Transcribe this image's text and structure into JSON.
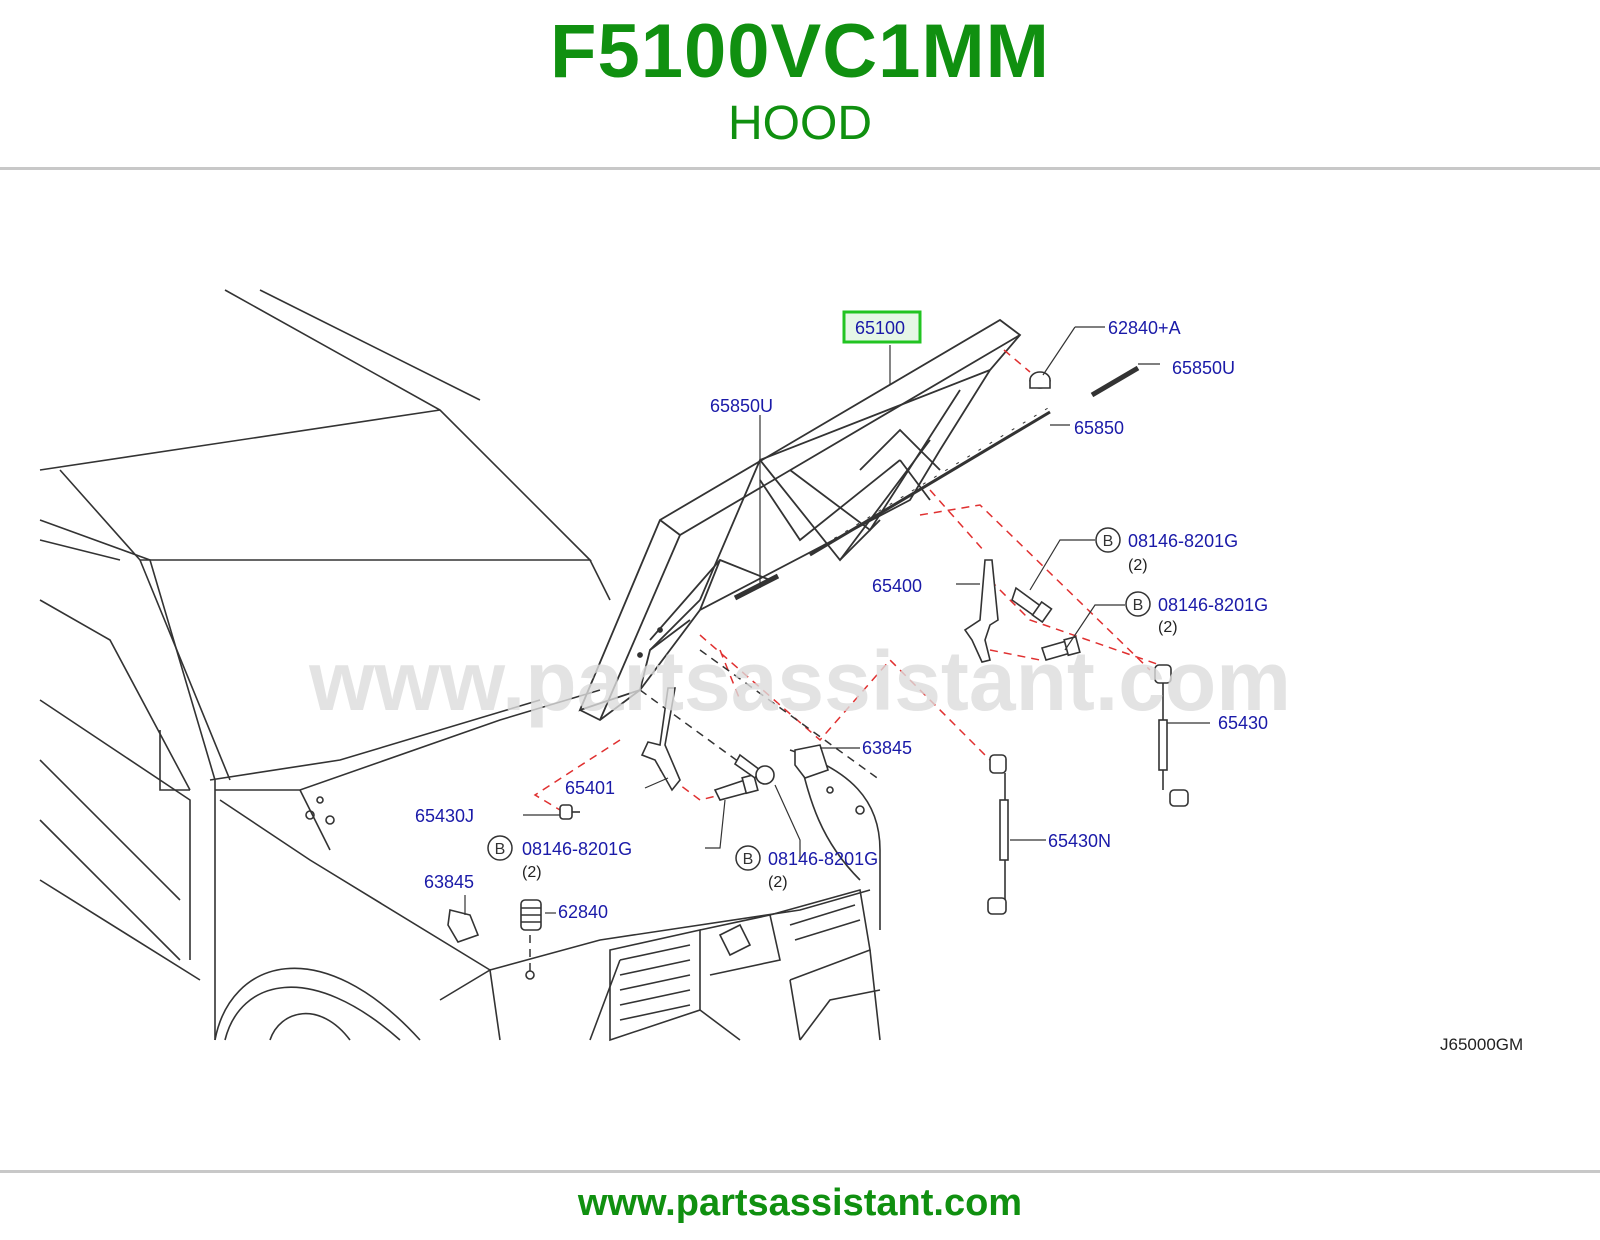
{
  "header": {
    "part_number": "F5100VC1MM",
    "part_name": "HOOD"
  },
  "diagram": {
    "watermark": "www.partsassistant.com",
    "diagram_code": "J65000GM",
    "callouts": [
      {
        "id": "c1",
        "label": "65100",
        "highlighted": true
      },
      {
        "id": "c2",
        "label": "62840+A"
      },
      {
        "id": "c3",
        "label": "65850U"
      },
      {
        "id": "c4",
        "label": "65850U"
      },
      {
        "id": "c5",
        "label": "65850"
      },
      {
        "id": "c6",
        "label": "08146-8201G",
        "badge": "B",
        "qty": "(2)"
      },
      {
        "id": "c7",
        "label": "65400"
      },
      {
        "id": "c8",
        "label": "08146-8201G",
        "badge": "B",
        "qty": "(2)"
      },
      {
        "id": "c9",
        "label": "65430"
      },
      {
        "id": "c10",
        "label": "63845"
      },
      {
        "id": "c11",
        "label": "65401"
      },
      {
        "id": "c12",
        "label": "65430J"
      },
      {
        "id": "c13",
        "label": "08146-8201G",
        "badge": "B",
        "qty": "(2)"
      },
      {
        "id": "c14",
        "label": "08146-8201G",
        "badge": "B",
        "qty": "(2)"
      },
      {
        "id": "c15",
        "label": "65430N"
      },
      {
        "id": "c16",
        "label": "63845"
      },
      {
        "id": "c17",
        "label": "62840"
      }
    ]
  },
  "footer": {
    "url": "www.partsassistant.com"
  },
  "colors": {
    "brand_green": "#109010",
    "callout_blue": "#1a1aa8",
    "highlight_green": "#22c422",
    "dashed_red": "#e03030",
    "line_art": "#333333"
  }
}
